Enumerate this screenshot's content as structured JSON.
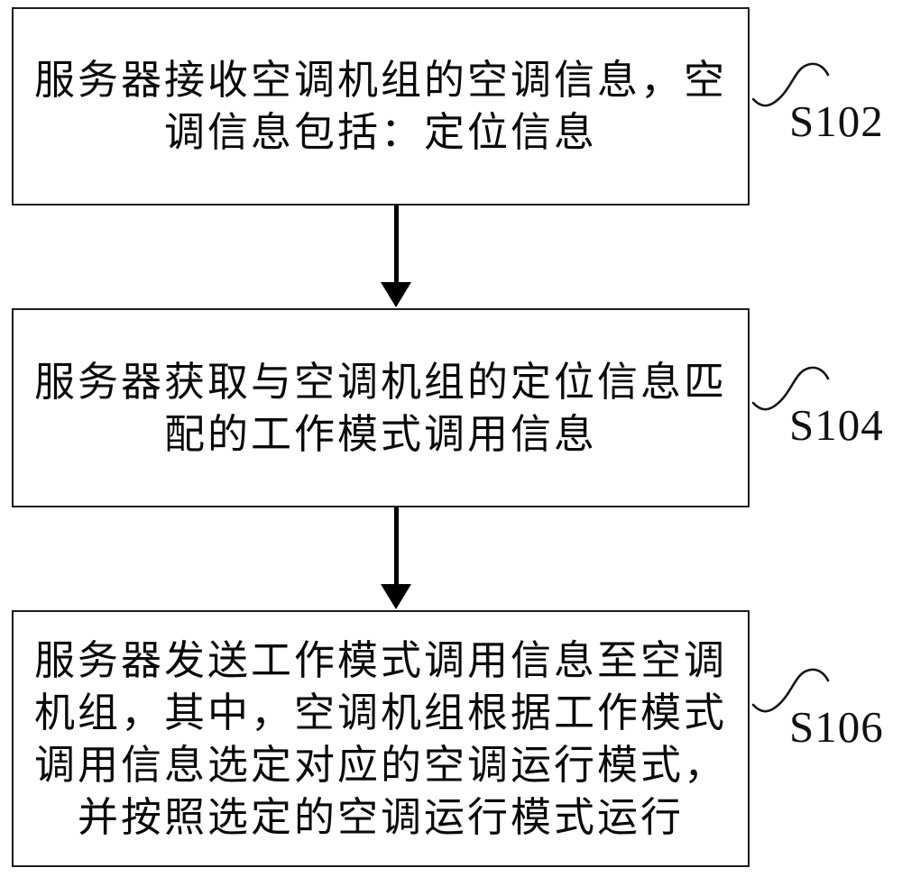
{
  "diagram": {
    "type": "flowchart",
    "direction": "top-down",
    "background_color": "#ffffff",
    "line_color": "#000000",
    "text_color": "#0a0a0a",
    "steps": [
      {
        "id": "S102",
        "label": "S102",
        "text": "服务器接收空调机组的空调信息，空调信息包括：定位信息",
        "lines": {
          "0": "服务器接收空调机组的空调信息，空",
          "1": "调信息包括：定位信息"
        }
      },
      {
        "id": "S104",
        "label": "S104",
        "text": "服务器获取与空调机组的定位信息匹配的工作模式调用信息",
        "lines": {
          "0": "服务器获取与空调机组的定位信息匹",
          "1": "配的工作模式调用信息"
        }
      },
      {
        "id": "S106",
        "label": "S106",
        "text": "服务器发送工作模式调用信息至空调机组，其中，空调机组根据工作模式调用信息选定对应的空调运行模式，并按照选定的空调运行模式运行",
        "lines": {
          "0": "服务器发送工作模式调用信息至空调",
          "1": "机组，其中，空调机组根据工作模式",
          "2": "调用信息选定对应的空调运行模式，",
          "3": "并按照选定的空调运行模式运行"
        }
      }
    ],
    "connectors": [
      {
        "from": "S102",
        "to": "S104",
        "style": "solid-arrow-down"
      },
      {
        "from": "S104",
        "to": "S106",
        "style": "solid-arrow-down"
      }
    ]
  }
}
